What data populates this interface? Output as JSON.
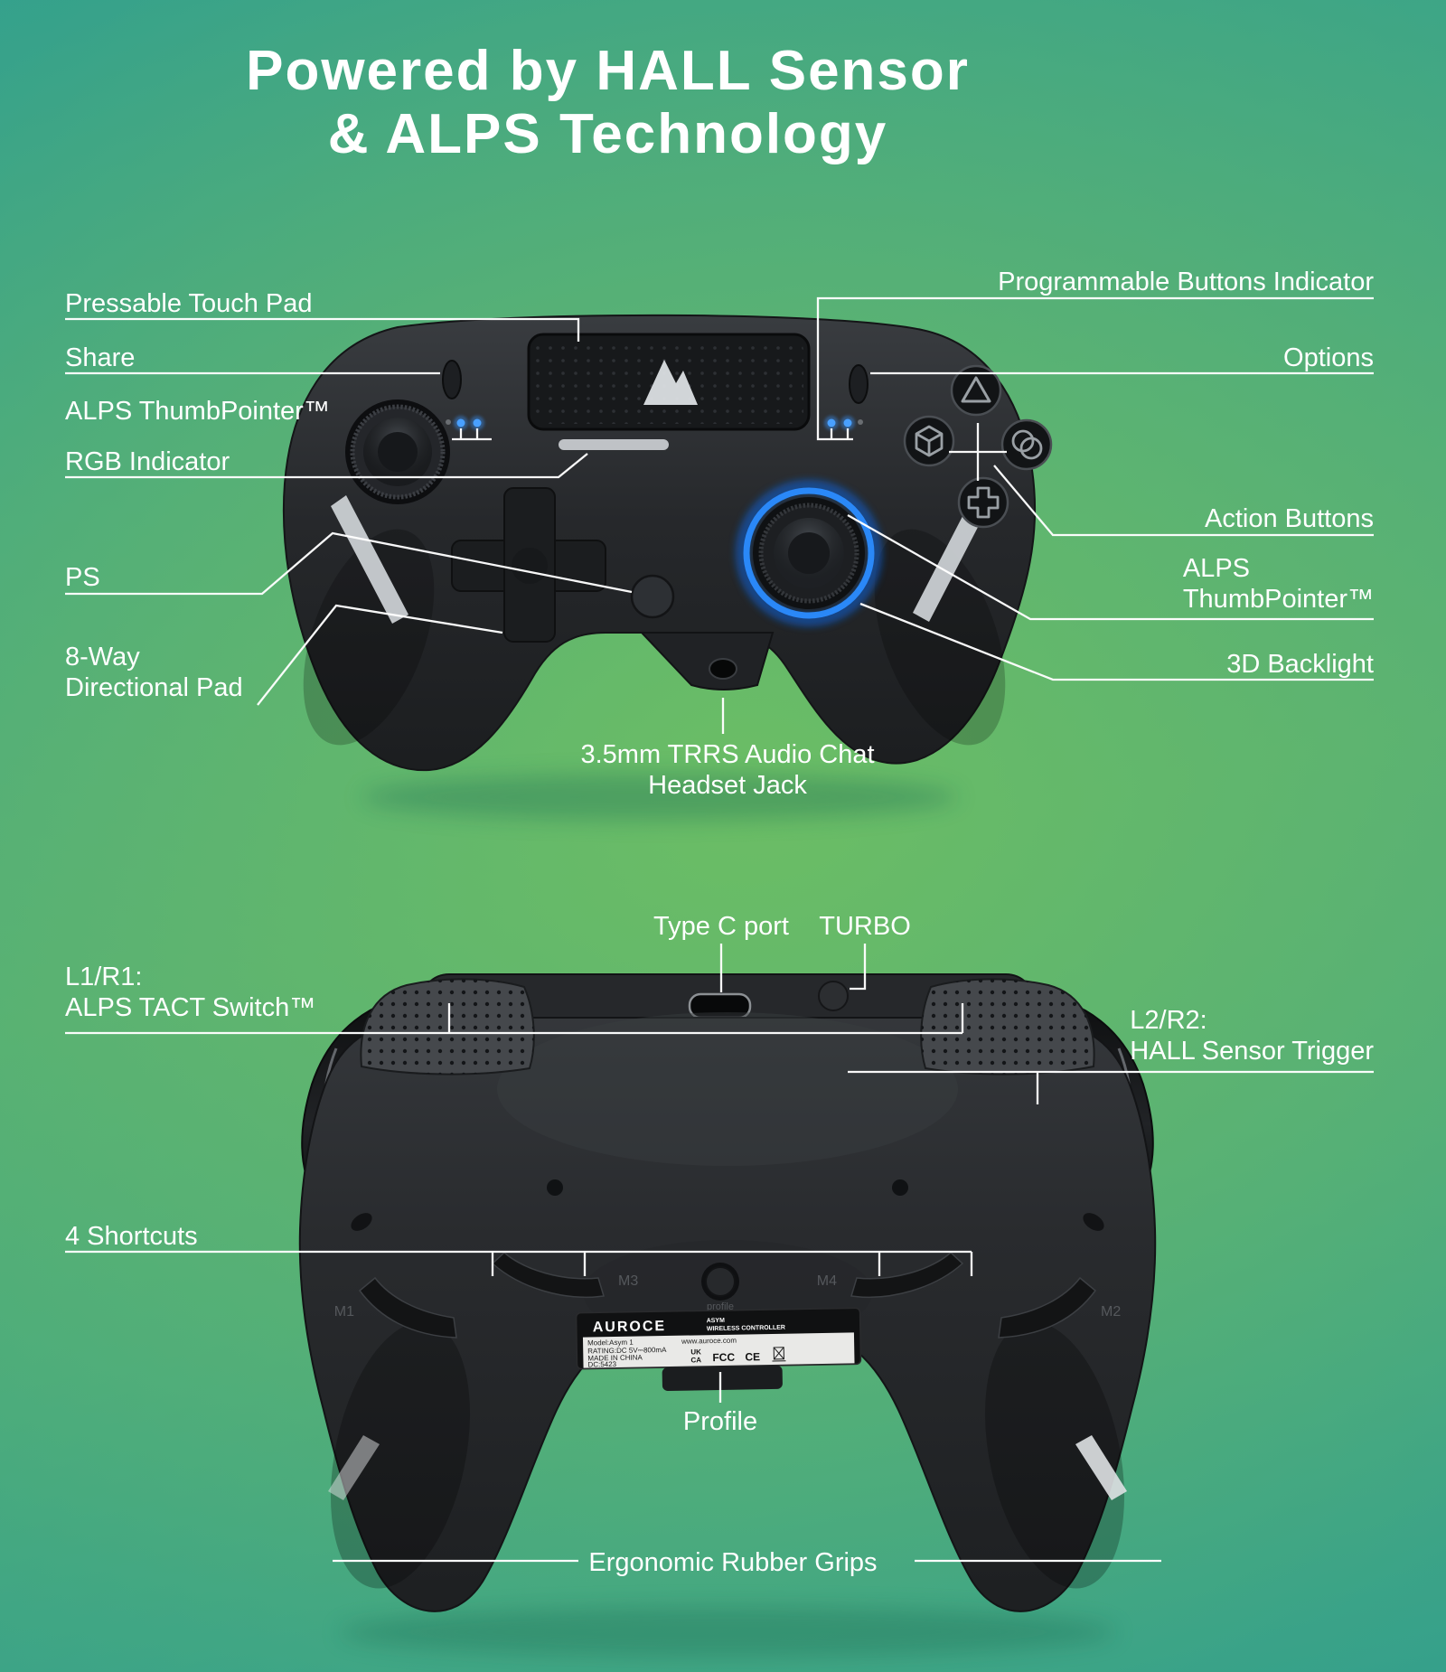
{
  "title": {
    "line1": "Powered by HALL Sensor",
    "line2": "& ALPS Technology"
  },
  "front_view": {
    "labels": {
      "pressable_touch_pad": "Pressable Touch Pad",
      "share": "Share",
      "alps_thumbpointer_left": "ALPS ThumbPointer™",
      "rgb_indicator": "RGB Indicator",
      "ps": "PS",
      "directional_pad_line1": "8-Way",
      "directional_pad_line2": "Directional Pad",
      "headset_jack_line1": "3.5mm TRRS Audio Chat",
      "headset_jack_line2": "Headset Jack",
      "programmable_buttons_indicator": "Programmable Buttons Indicator",
      "options": "Options",
      "action_buttons": "Action Buttons",
      "alps_thumbpointer_right_line1": "ALPS",
      "alps_thumbpointer_right_line2": "ThumbPointer™",
      "backlight_3d": "3D Backlight"
    }
  },
  "back_view": {
    "labels": {
      "type_c_port": "Type C port",
      "turbo": "TURBO",
      "l1r1_line1": "L1/R1:",
      "l1r1_line2": "ALPS TACT Switch™",
      "l2r2_line1": "L2/R2:",
      "l2r2_line2": "HALL Sensor Trigger",
      "four_shortcuts": "4 Shortcuts",
      "profile": "Profile",
      "ergonomic_rubber_grips": "Ergonomic Rubber Grips"
    },
    "paddle_labels": {
      "m1": "M1",
      "m2": "M2",
      "m3": "M3",
      "m4": "M4",
      "profile_button": "profile"
    },
    "sticker": {
      "brand": "AUROCE",
      "product_line1": "ASYM",
      "product_line2": "WIRELESS CONTROLLER",
      "model": "Model:Asym 1",
      "website": "www.auroce.com",
      "rating": "RATING:DC 5V⎓800mA",
      "origin": "MADE IN CHINA",
      "dc_code": "DC:5423",
      "cert_ukca_line1": "UK",
      "cert_ukca_line2": "CA",
      "cert_fcc": "FCC",
      "cert_ce": "CE"
    }
  },
  "icons": {
    "touchpad_logo": "mountain-peaks-logo",
    "weee_mark": "crossed-out-bin-icon",
    "action_button_icons": "triangle, cube, dual-circle, cross-outline"
  },
  "colors": {
    "background_teal": "#2E9C92",
    "background_green": "#66B868",
    "label_text": "#FFFFFF",
    "callout_line": "#FFFFFF",
    "led_blue": "#3B96FF",
    "stick_glow_blue": "#2B8CFF",
    "controller_body": "#2A2C2F"
  }
}
